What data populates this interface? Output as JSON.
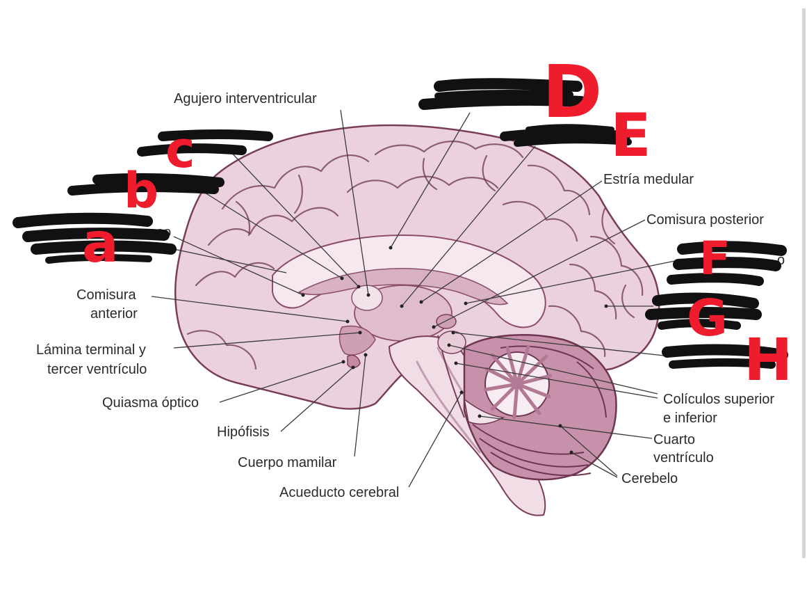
{
  "labels": {
    "agujero": "Agujero interventricular",
    "estria": "Estría medular",
    "comisura_posterior": "Comisura posterior",
    "comisura_anterior_1": "Comisura",
    "comisura_anterior_2": "anterior",
    "lamina_1": "Lámina terminal y",
    "lamina_2": "tercer ventrículo",
    "quiasma": "Quiasma óptico",
    "hipofisis": "Hipófisis",
    "cuerpo_mamilar": "Cuerpo mamilar",
    "acueducto": "Acueducto cerebral",
    "coliculos_1": "Colículos superior",
    "coliculos_2": "e inferior",
    "cuarto_1": "Cuarto",
    "cuarto_2": "ventrículo",
    "cerebelo": "Cerebelo"
  },
  "partial_labels": {
    "a_fragment_1": "oso",
    "f_fragment": "o"
  },
  "handwritten": {
    "a": "a",
    "b": "b",
    "c": "c",
    "d": "D",
    "e": "E",
    "f": "F",
    "g": "G",
    "h": "H"
  },
  "colors": {
    "brain_fill": "#ead1dd",
    "brain_dark": "#d6abc0",
    "gyri_line": "#6e3550",
    "annotation_red": "#ee1c2c",
    "redaction": "#111111"
  }
}
